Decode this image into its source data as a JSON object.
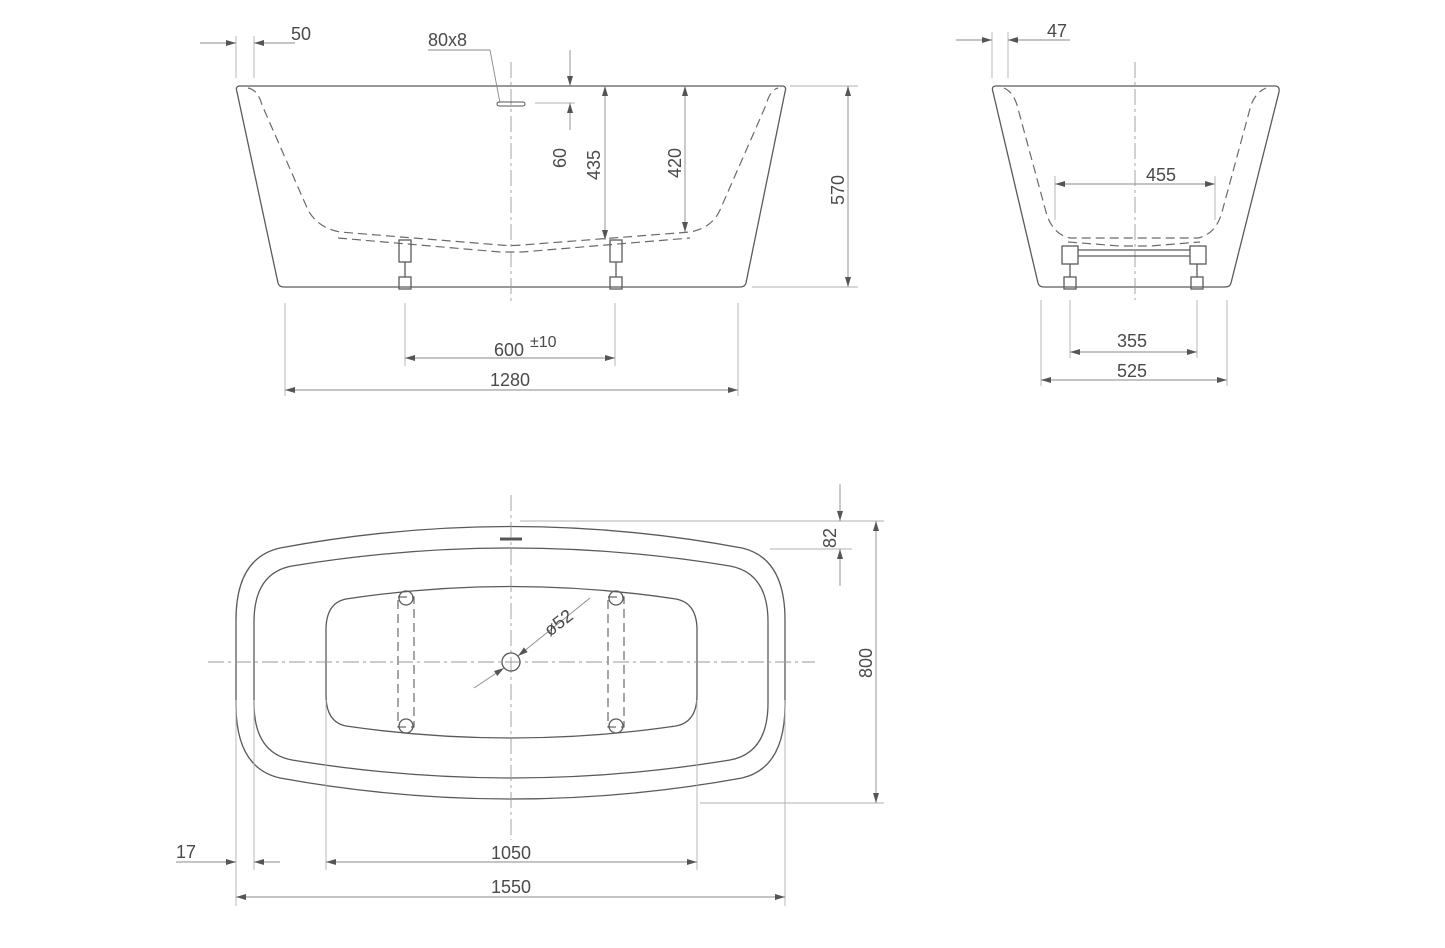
{
  "front_view": {
    "d_wall": "50",
    "overflow": "80x8",
    "d_overflow": "60",
    "d_depth_outer": "435",
    "d_depth_inner": "420",
    "d_height": "570",
    "d_legs": "600",
    "d_legs_tol": "±10",
    "d_bottom_length": "1280"
  },
  "side_view": {
    "d_wall": "47",
    "d_inner_width": "455",
    "d_legs": "355",
    "d_bottom_width": "525"
  },
  "top_view": {
    "d_rim": "82",
    "d_width": "800",
    "d_drain": "ø52",
    "d_offset": "17",
    "d_basin_length": "1050",
    "d_length": "1550"
  },
  "colors": {
    "line": "#5a5a5a",
    "text": "#4a4a4a"
  }
}
